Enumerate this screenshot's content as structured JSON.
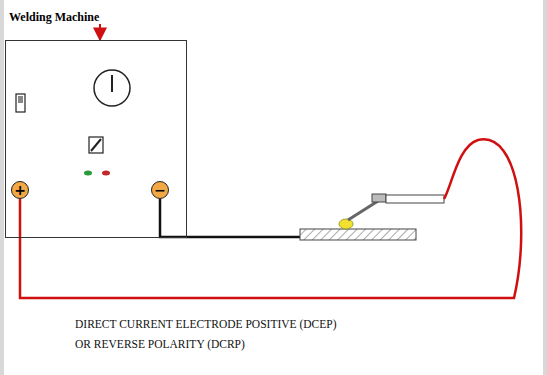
{
  "diagram": {
    "caption": "DIRECT CURRENT ELECTRODE POSITIVE (DCEP) OR REVERSE POLARITY (DCRP)",
    "nodes": [
      {
        "text": [
          "Welding Machine"
        ]
      },
      {
        "text": [
          "+"
        ],
        "in": 0
      },
      {
        "text": [
          "−"
        ],
        "in": 0
      }
    ]
  }
}
